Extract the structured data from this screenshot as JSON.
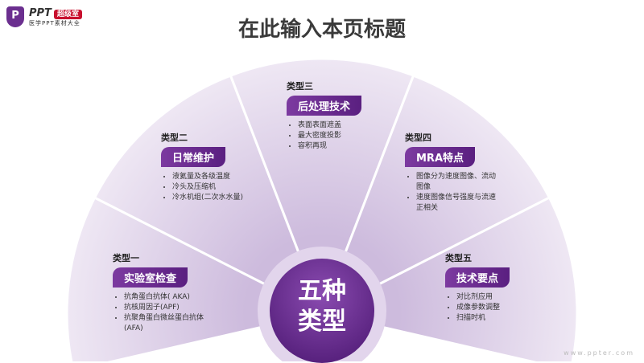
{
  "logo": {
    "brand": "PPT",
    "badge": "超级室",
    "subtitle": "医学PPT素材大全",
    "icon": "P"
  },
  "title": "在此输入本页标题",
  "center": {
    "line1": "五种",
    "line2": "类型"
  },
  "types": [
    {
      "type": "类型一",
      "name": "实验室检查",
      "items": [
        "抗角蛋白抗体( AKA)",
        "抗核周因子(APF)",
        "抗聚角蛋白微丝蛋白抗体(AFA)"
      ]
    },
    {
      "type": "类型二",
      "name": "日常维护",
      "items": [
        "液氦量及各级温度",
        "冷头及压缩机",
        "冷水机组(二次水水量)"
      ]
    },
    {
      "type": "类型三",
      "name": "后处理技术",
      "items": [
        "表面表面遮盖",
        "最大密度投影",
        "容积再现"
      ]
    },
    {
      "type": "类型四",
      "name": "MRA特点",
      "items": [
        "图像分为速度图像、流动图像",
        "速度图像信号强度与流速正相关"
      ]
    },
    {
      "type": "类型五",
      "name": "技术要点",
      "items": [
        "对比剂应用",
        "成像参数调整",
        "扫描时机"
      ]
    }
  ],
  "watermark": "www.ppter.com"
}
